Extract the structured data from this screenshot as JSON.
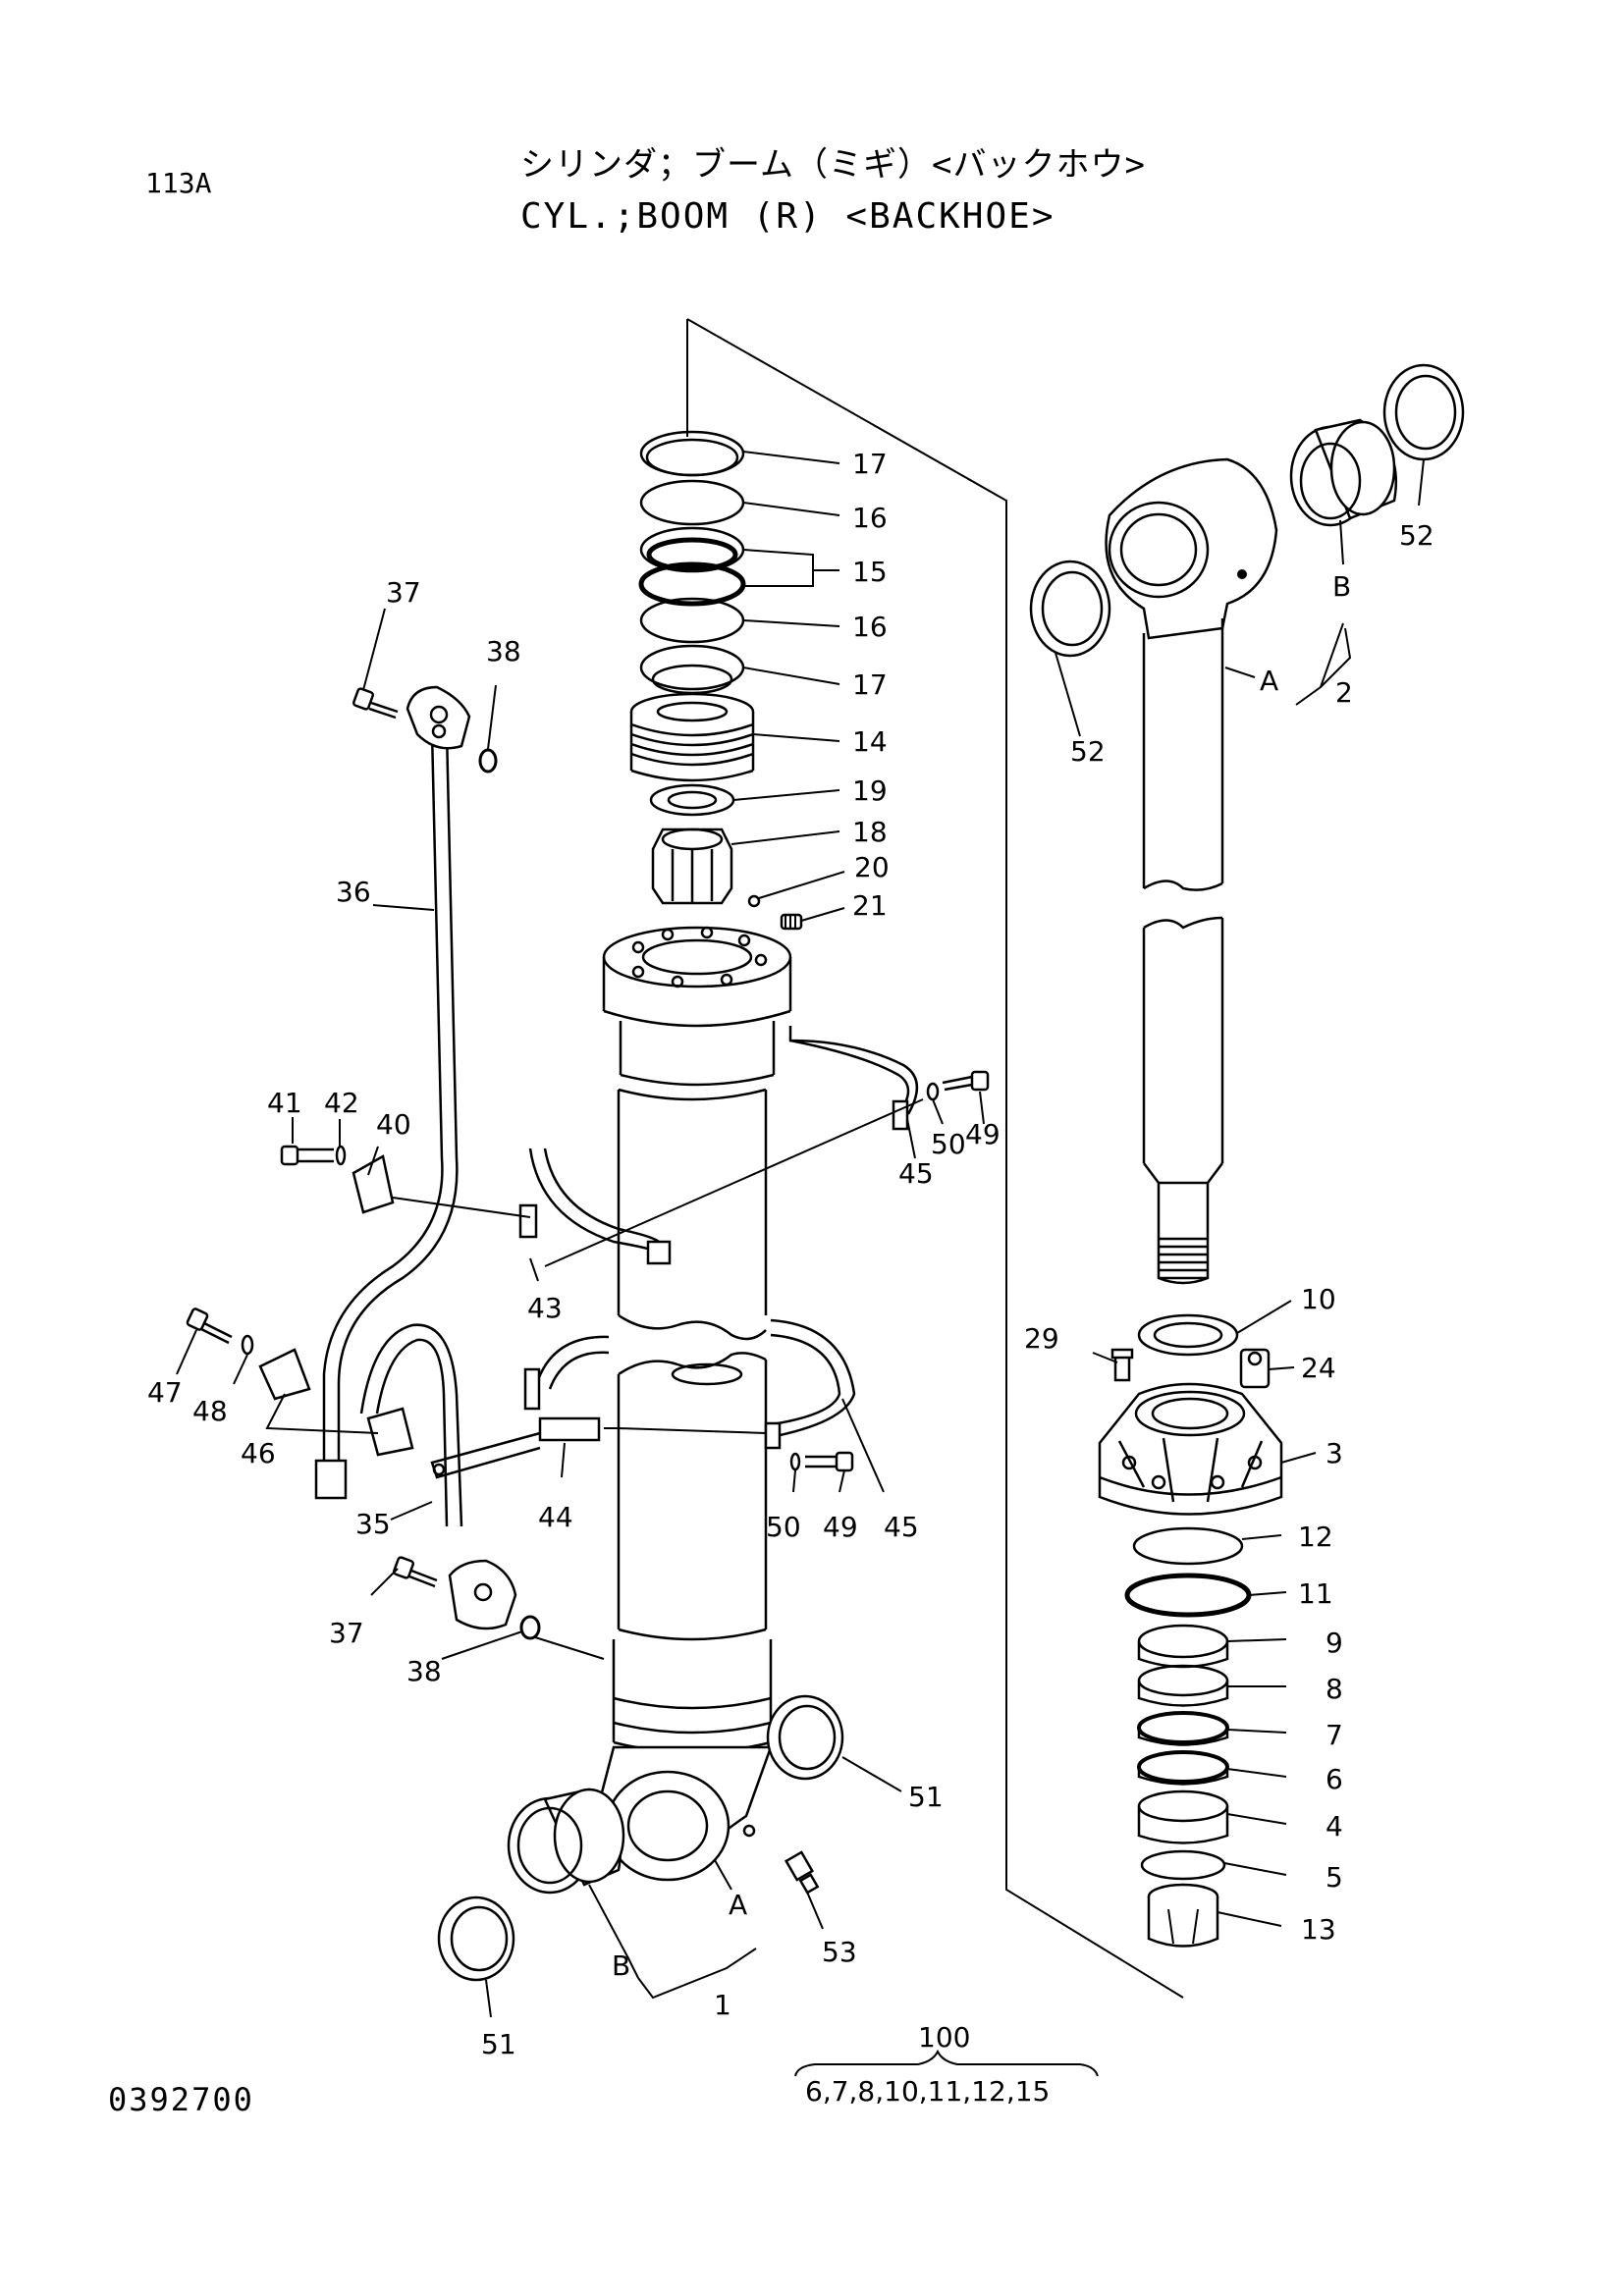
{
  "header": {
    "page_code": "113A",
    "title_jp": "シリンダ；ブーム（ミギ）<バックホウ>",
    "title_en": "CYL.;BOOM (R) <BACKHOE>"
  },
  "footer": {
    "drawing_number": "0392700"
  },
  "callouts": [
    {
      "id": "c17a",
      "label": "17"
    },
    {
      "id": "c16a",
      "label": "16"
    },
    {
      "id": "c15",
      "label": "15"
    },
    {
      "id": "c16b",
      "label": "16"
    },
    {
      "id": "c17b",
      "label": "17"
    },
    {
      "id": "c14",
      "label": "14"
    },
    {
      "id": "c19",
      "label": "19"
    },
    {
      "id": "c18",
      "label": "18"
    },
    {
      "id": "c20",
      "label": "20"
    },
    {
      "id": "c21",
      "label": "21"
    },
    {
      "id": "c37a",
      "label": "37"
    },
    {
      "id": "c38a",
      "label": "38"
    },
    {
      "id": "c36",
      "label": "36"
    },
    {
      "id": "c41",
      "label": "41"
    },
    {
      "id": "c42",
      "label": "42"
    },
    {
      "id": "c40",
      "label": "40"
    },
    {
      "id": "c43",
      "label": "43"
    },
    {
      "id": "c49a",
      "label": "49"
    },
    {
      "id": "c50a",
      "label": "50"
    },
    {
      "id": "c45a",
      "label": "45"
    },
    {
      "id": "c47",
      "label": "47"
    },
    {
      "id": "c48",
      "label": "48"
    },
    {
      "id": "c46",
      "label": "46"
    },
    {
      "id": "c35",
      "label": "35"
    },
    {
      "id": "c44",
      "label": "44"
    },
    {
      "id": "c50b",
      "label": "50"
    },
    {
      "id": "c49b",
      "label": "49"
    },
    {
      "id": "c45b",
      "label": "45"
    },
    {
      "id": "c37b",
      "label": "37"
    },
    {
      "id": "c38b",
      "label": "38"
    },
    {
      "id": "c51a",
      "label": "51"
    },
    {
      "id": "c51b",
      "label": "51"
    },
    {
      "id": "c53",
      "label": "53"
    },
    {
      "id": "cA1",
      "label": "A"
    },
    {
      "id": "cB1",
      "label": "B"
    },
    {
      "id": "c1",
      "label": "1"
    },
    {
      "id": "c52a",
      "label": "52"
    },
    {
      "id": "c52b",
      "label": "52"
    },
    {
      "id": "cB2",
      "label": "B"
    },
    {
      "id": "cA2",
      "label": "A"
    },
    {
      "id": "c2",
      "label": "2"
    },
    {
      "id": "c10",
      "label": "10"
    },
    {
      "id": "c29",
      "label": "29"
    },
    {
      "id": "c24",
      "label": "24"
    },
    {
      "id": "c3",
      "label": "3"
    },
    {
      "id": "c12",
      "label": "12"
    },
    {
      "id": "c11",
      "label": "11"
    },
    {
      "id": "c9",
      "label": "9"
    },
    {
      "id": "c8",
      "label": "8"
    },
    {
      "id": "c7",
      "label": "7"
    },
    {
      "id": "c6",
      "label": "6"
    },
    {
      "id": "c4",
      "label": "4"
    },
    {
      "id": "c5",
      "label": "5"
    },
    {
      "id": "c13",
      "label": "13"
    }
  ],
  "kit": {
    "number": "100",
    "contents": "6,7,8,10,11,12,15"
  }
}
